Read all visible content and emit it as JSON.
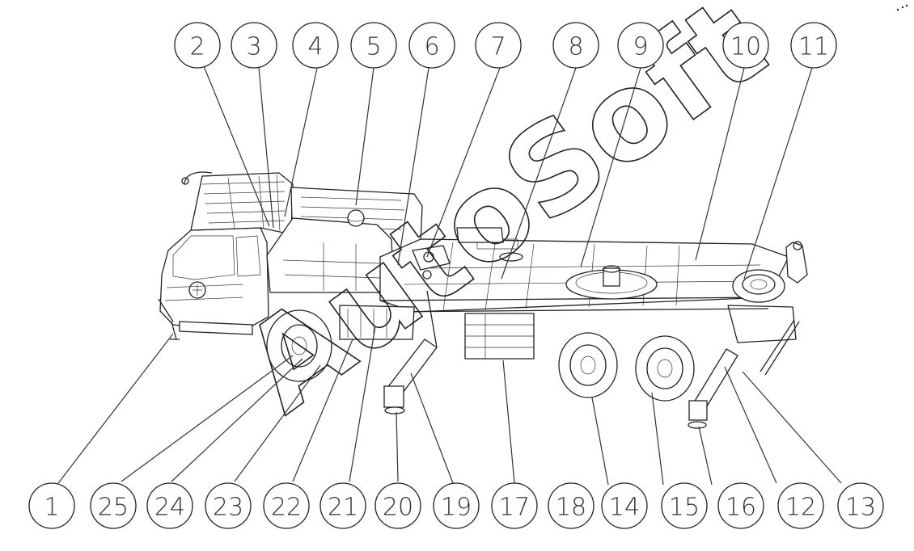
{
  "diagram": {
    "watermark": "AutoSoft",
    "callouts_top": [
      "2",
      "3",
      "4",
      "5",
      "6",
      "7",
      "8",
      "9",
      "10",
      "11"
    ],
    "callouts_bottom": [
      "1",
      "25",
      "24",
      "23",
      "22",
      "21",
      "20",
      "19",
      "17",
      "18",
      "14",
      "15",
      "16",
      "12",
      "13"
    ]
  },
  "colors": {
    "line": "#222222",
    "background": "#ffffff"
  }
}
